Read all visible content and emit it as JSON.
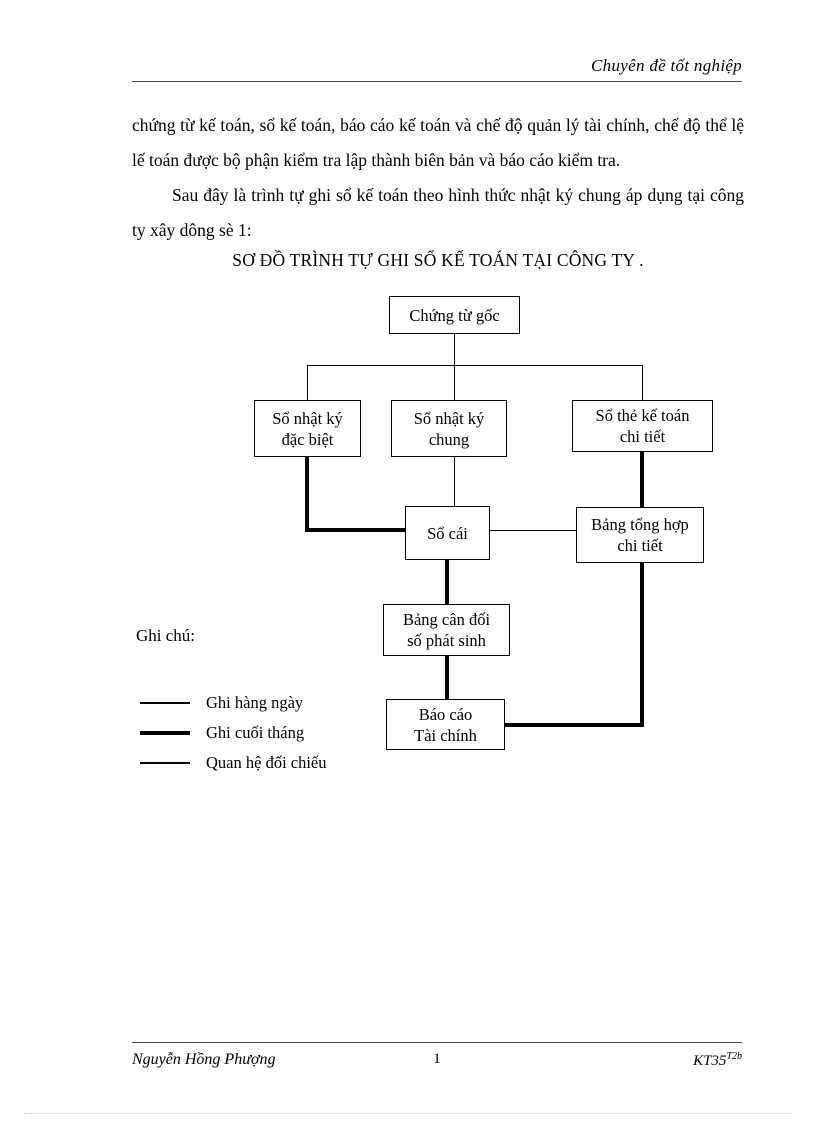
{
  "header": {
    "title": "Chuyên đề tốt nghiệp"
  },
  "body": {
    "paragraph_1": "chứng từ kế toán, sổ kế toán, báo cáo kế toán và chế độ quản lý tài chính, chế độ thể lệ lế toán được bộ phận kiểm tra lập thành biên bản và báo cáo kiểm tra.",
    "paragraph_2": "Sau đây là trình tự ghi sổ kế toán theo hình thức nhật ký chung áp dụng tại công ty xây dông sè 1:",
    "diagram_title": "SƠ ĐỒ TRÌNH TỰ GHI SỔ KẾ TOÁN TẠI CÔNG TY ."
  },
  "flowchart": {
    "nodes": [
      {
        "id": "chung-tu-goc",
        "label": "Chứng từ gốc"
      },
      {
        "id": "so-nhat-ky-db",
        "label": "Sổ nhật ký\nđặc biệt"
      },
      {
        "id": "so-nhat-ky-ch",
        "label": "Sổ nhật ký\nchung"
      },
      {
        "id": "so-the-ke-toan",
        "label": "Sổ thẻ kế toán\nchi tiết"
      },
      {
        "id": "so-cai",
        "label": "Sổ cái"
      },
      {
        "id": "bang-tong-hop",
        "label": "Bảng tổng hợp\nchi tiết"
      },
      {
        "id": "bang-can-doi",
        "label": "Bảng cân đối\nsố phát sinh"
      },
      {
        "id": "bao-cao",
        "label": "Báo cáo\nTài chính"
      }
    ]
  },
  "legend": {
    "title": "Ghi chú:",
    "items": [
      {
        "style": "med",
        "label": "Ghi hàng ngày"
      },
      {
        "style": "thick",
        "label": "Ghi cuối tháng"
      },
      {
        "style": "thin",
        "label": "Quan hệ đối chiếu"
      }
    ]
  },
  "footer": {
    "author": "Nguyễn Hồng Phượng",
    "page_number": "1",
    "code": "KT35",
    "code_sup": "T2b"
  },
  "colors": {
    "text": "#000000",
    "rule": "#4a4a4a",
    "page_background": "#ffffff"
  }
}
